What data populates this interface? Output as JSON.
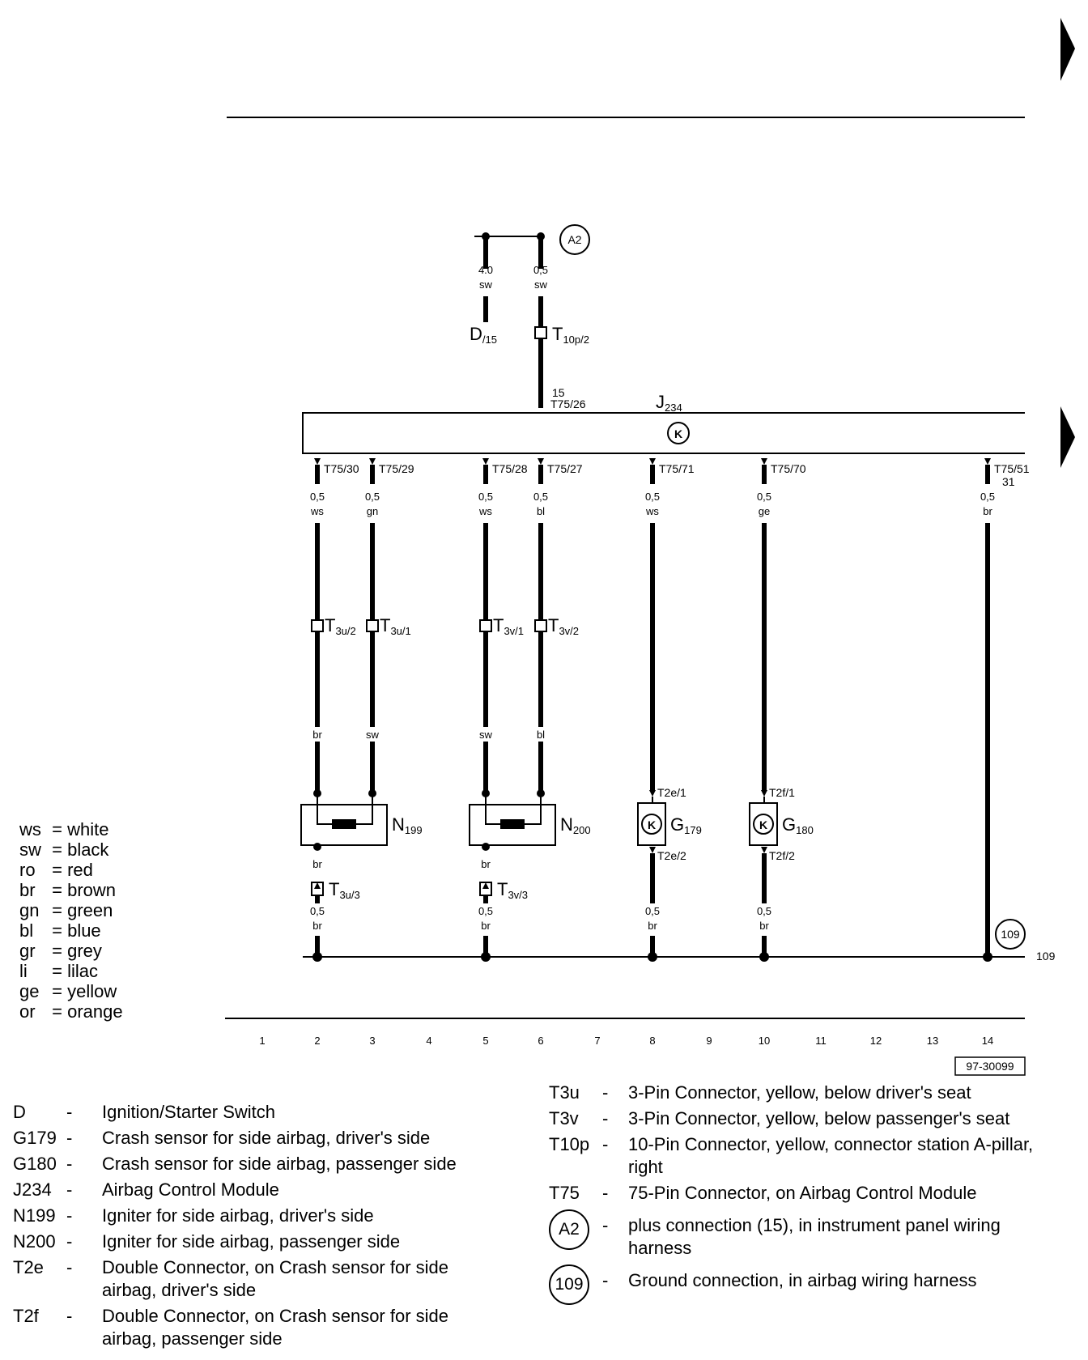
{
  "diagram": {
    "top_labels": {
      "wire_d15": {
        "size": "4.0",
        "color": "sw"
      },
      "wire_a2": {
        "size": "0,5",
        "color": "sw"
      },
      "a2_symbol": "A2",
      "d15": {
        "main": "D",
        "sub": "/15"
      },
      "t10p": {
        "main": "T",
        "sub": "10p/2"
      },
      "pin15": "15",
      "t75_26": "T75/26",
      "j234": {
        "main": "J",
        "sub": "234"
      },
      "k_symbol": "K"
    },
    "module_pins": [
      {
        "pin": "T75/30",
        "size": "0,5",
        "color": "ws",
        "color2": "br",
        "conn": {
          "main": "T",
          "sub": "3u/2"
        }
      },
      {
        "pin": "T75/29",
        "size": "0,5",
        "color": "gn",
        "color2": "sw",
        "conn": {
          "main": "T",
          "sub": "3u/1"
        }
      },
      {
        "pin": "T75/28",
        "size": "0,5",
        "color": "ws",
        "color2": "sw",
        "conn": {
          "main": "T",
          "sub": "3v/1"
        }
      },
      {
        "pin": "T75/27",
        "size": "0,5",
        "color": "bl",
        "color2": "bl",
        "conn": {
          "main": "T",
          "sub": "3v/2"
        }
      },
      {
        "pin": "T75/71",
        "size": "0,5",
        "color": "ws"
      },
      {
        "pin": "T75/70",
        "size": "0,5",
        "color": "ge"
      },
      {
        "pin": "T75/51",
        "pin2": "31",
        "size": "0,5",
        "color": "br"
      }
    ],
    "components": {
      "n199": {
        "main": "N",
        "sub": "199"
      },
      "n200": {
        "main": "N",
        "sub": "200"
      },
      "g179": {
        "main": "G",
        "sub": "179",
        "pin_top": "T2e/1",
        "pin_bot": "T2e/2"
      },
      "g180": {
        "main": "G",
        "sub": "180",
        "pin_top": "T2f/1",
        "pin_bot": "T2f/2"
      }
    },
    "lower_wires": [
      {
        "pre": "br",
        "conn": {
          "main": "T",
          "sub": "3u/3"
        },
        "size": "0,5",
        "color": "br"
      },
      {
        "pre": "br",
        "conn": {
          "main": "T",
          "sub": "3v/3"
        },
        "size": "0,5",
        "color": "br"
      },
      {
        "size": "0,5",
        "color": "br"
      },
      {
        "size": "0,5",
        "color": "br"
      }
    ],
    "ground_symbol": "109",
    "ground_ref": "109",
    "columns": [
      "1",
      "2",
      "3",
      "4",
      "5",
      "6",
      "7",
      "8",
      "9",
      "10",
      "11",
      "12",
      "13",
      "14"
    ],
    "ref_code": "97-30099"
  },
  "color_key": [
    {
      "code": "ws",
      "name": "white"
    },
    {
      "code": "sw",
      "name": "black"
    },
    {
      "code": "ro",
      "name": "red"
    },
    {
      "code": "br",
      "name": "brown"
    },
    {
      "code": "gn",
      "name": "green"
    },
    {
      "code": "bl",
      "name": "blue"
    },
    {
      "code": "gr",
      "name": "grey"
    },
    {
      "code": "li",
      "name": "lilac"
    },
    {
      "code": "ge",
      "name": "yellow"
    },
    {
      "code": "or",
      "name": "orange"
    }
  ],
  "legend_left": [
    {
      "code": "D",
      "desc": "Ignition/Starter Switch"
    },
    {
      "code": "G179",
      "desc": "Crash sensor for side airbag, driver's side"
    },
    {
      "code": "G180",
      "desc": "Crash sensor for side airbag, passenger side"
    },
    {
      "code": "J234",
      "desc": "Airbag Control Module"
    },
    {
      "code": "N199",
      "desc": "Igniter for side airbag, driver's side"
    },
    {
      "code": "N200",
      "desc": "Igniter for side airbag, passenger side"
    },
    {
      "code": "T2e",
      "desc": "Double Connector, on Crash sensor for side airbag, driver's side"
    },
    {
      "code": "T2f",
      "desc": "Double Connector, on Crash sensor for side airbag, passenger side"
    }
  ],
  "legend_right": [
    {
      "code": "T3u",
      "desc": "3-Pin Connector, yellow, below driver's seat"
    },
    {
      "code": "T3v",
      "desc": "3-Pin Connector, yellow, below passenger's seat"
    },
    {
      "code": "T10p",
      "desc": "10-Pin Connector, yellow, connector station A-pillar, right"
    },
    {
      "code": "T75",
      "desc": "75-Pin Connector, on Airbag Control Module"
    }
  ],
  "legend_symbols": [
    {
      "symbol": "A2",
      "desc": "plus connection (15), in instrument panel wiring harness"
    },
    {
      "symbol": "109",
      "desc": "Ground connection, in airbag wiring harness"
    }
  ]
}
